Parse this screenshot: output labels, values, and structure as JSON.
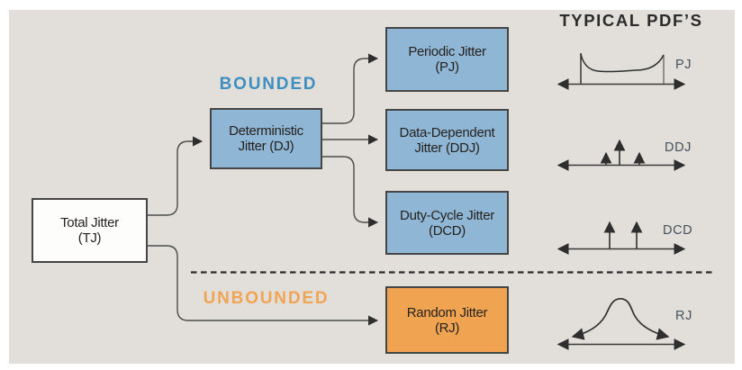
{
  "header": {
    "pdf_title": "TYPICAL PDF’S"
  },
  "groups": {
    "bounded": "BOUNDED",
    "unbounded": "UNBOUNDED"
  },
  "nodes": {
    "tj": {
      "line1": "Total Jitter",
      "line2": "(TJ)"
    },
    "dj": {
      "line1": "Deterministic",
      "line2": "Jitter (DJ)"
    },
    "pj": {
      "line1": "Periodic Jitter",
      "line2": "(PJ)"
    },
    "ddj": {
      "line1": "Data-Dependent",
      "line2": "Jitter (DDJ)"
    },
    "dcd": {
      "line1": "Duty-Cycle Jitter",
      "line2": "(DCD)"
    },
    "rj": {
      "line1": "Random Jitter",
      "line2": "(RJ)"
    }
  },
  "pdf_labels": {
    "pj": "PJ",
    "ddj": "DDJ",
    "dcd": "DCD",
    "rj": "RJ"
  },
  "colors": {
    "background": "#e2ded9",
    "box_blue": "#8fb6d4",
    "box_orange": "#f0a452",
    "box_white": "#fdfdfc",
    "box_border": "#454545",
    "bounded_text": "#3e8fbf",
    "unbounded_text": "#f0a555",
    "connector_line": "#4b4b4b",
    "pdf_title_text": "#2b2b2b",
    "pdf_label_text": "#47525c"
  }
}
